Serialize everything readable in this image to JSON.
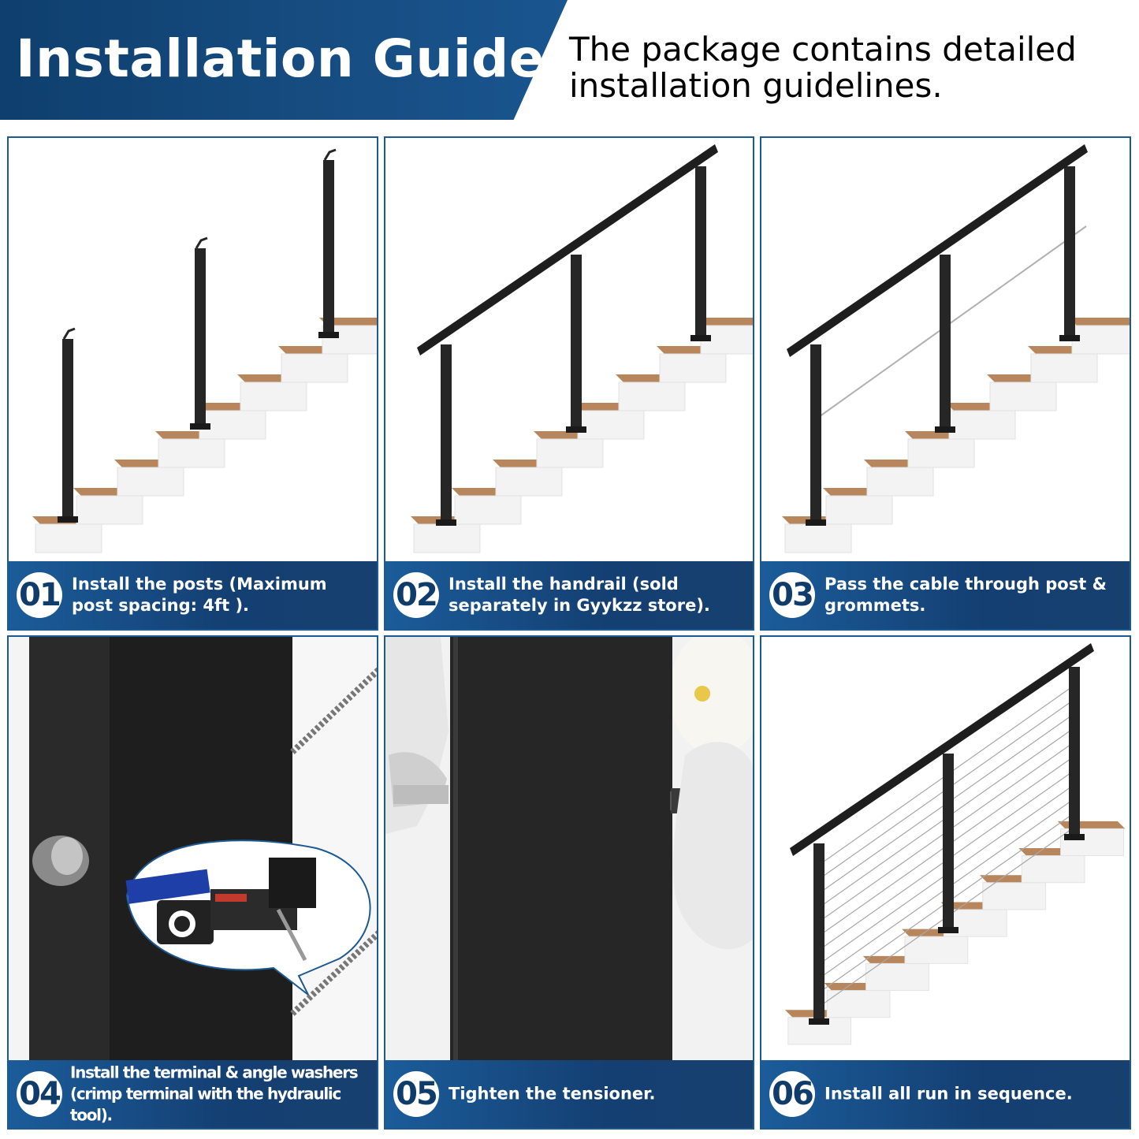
{
  "header": {
    "title": "Installation Guide",
    "subtitle": "The package contains detailed installation guidelines."
  },
  "steps": [
    {
      "number": "01",
      "text": "Install the posts (Maximum post spacing: 4ft )."
    },
    {
      "number": "02",
      "text": "Install the handrail (sold separately in Gyykzz store)."
    },
    {
      "number": "03",
      "text": "Pass the cable through post & grommets."
    },
    {
      "number": "04",
      "text": "Install the terminal & angle washers (crimp terminal with the hydraulic tool)."
    },
    {
      "number": "05",
      "text": "Tighten the tensioner."
    },
    {
      "number": "06",
      "text": "Install all run in sequence."
    }
  ],
  "colors": {
    "banner": "#164c80",
    "caption": "#143f72",
    "post": "#262626",
    "tread": "#b8865c"
  }
}
